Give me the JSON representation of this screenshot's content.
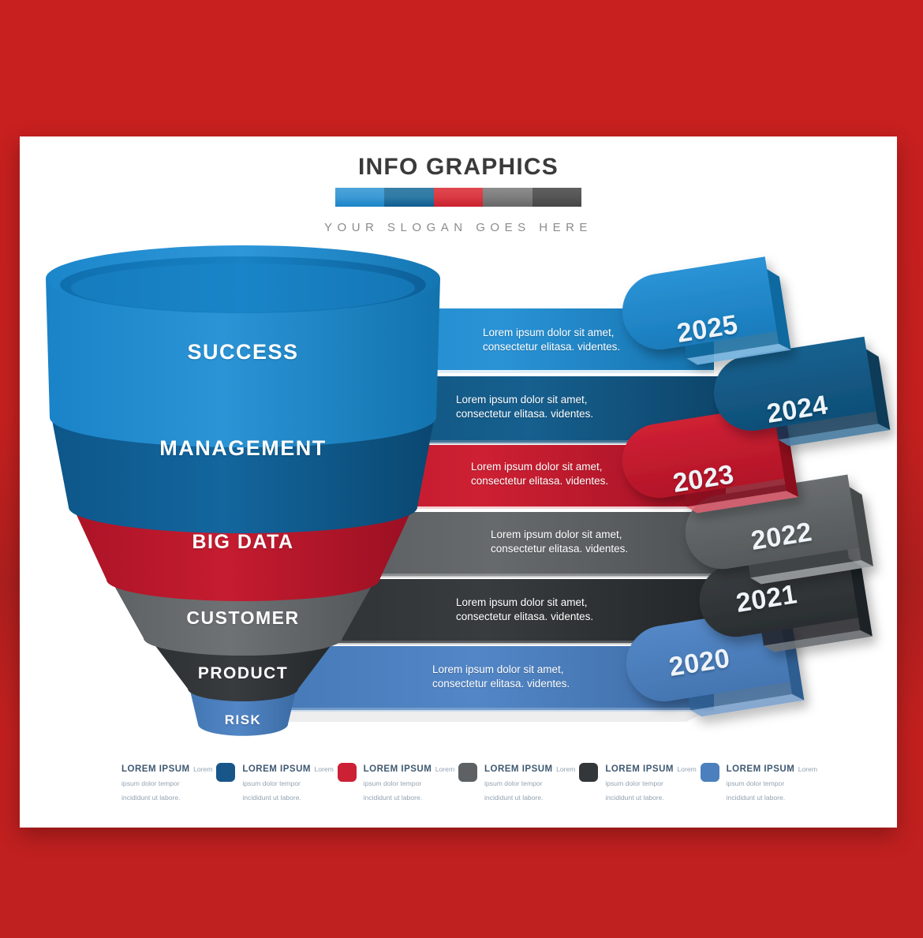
{
  "frame": {
    "background_color": "#c2201f",
    "card_color": "#ffffff"
  },
  "header": {
    "title": "INFO GRAPHICS",
    "slogan": "YOUR SLOGAN GOES HERE",
    "colorbar": [
      "#3d9ad4",
      "#2e7ba6",
      "#da3b43",
      "#7e7e7e",
      "#565656"
    ]
  },
  "funnel": {
    "tiers": [
      {
        "label": "SUCCESS",
        "color": "#1b87ca",
        "font_size": 27
      },
      {
        "label": "MANAGEMENT",
        "color": "#0f5f92",
        "font_size": 27
      },
      {
        "label": "BIG DATA",
        "color": "#c01728",
        "font_size": 25
      },
      {
        "label": "CUSTOMER",
        "color": "#6b6e70",
        "font_size": 23
      },
      {
        "label": "PRODUCT",
        "color": "#33373a",
        "font_size": 21
      },
      {
        "label": "RISK",
        "color": "#4b7fbd",
        "font_size": 17
      }
    ]
  },
  "bands": [
    {
      "year": "2025",
      "color": "#1b87ca",
      "text": "Lorem ipsum dolor sit amet,\nconsectetur  elitasa. videntes."
    },
    {
      "year": "2024",
      "color": "#12557f",
      "text": "Lorem ipsum dolor sit amet,\nconsectetur  elitasa. videntes."
    },
    {
      "year": "2023",
      "color": "#c01728",
      "text": "Lorem ipsum dolor sit amet,\nconsectetur  elitasa. videntes."
    },
    {
      "year": "2022",
      "color": "#5b5f61",
      "text": "Lorem ipsum dolor sit amet,\nconsectetur  elitasa. videntes."
    },
    {
      "year": "2021",
      "color": "#2f3336",
      "text": "Lorem ipsum dolor sit amet,\nconsectetur  elitasa. videntes."
    },
    {
      "year": "2020",
      "color": "#4b7fbd",
      "text": "Lorem ipsum dolor sit amet,\nconsectetur  elitasa. videntes."
    }
  ],
  "legend": {
    "items": [
      {
        "title": "LOREM IPSUM",
        "desc": "Lorem ipsum dolor  tempor\nincididunt ut labore.",
        "color": "#ffffff"
      },
      {
        "title": "LOREM IPSUM",
        "desc": "Lorem ipsum dolor  tempor\nincididunt ut labore.",
        "color": "#18568a"
      },
      {
        "title": "LOREM IPSUM",
        "desc": "Lorem ipsum dolor  tempor\nincididunt ut labore.",
        "color": "#cc2035"
      },
      {
        "title": "LOREM IPSUM",
        "desc": "Lorem ipsum dolor  tempor\nincididunt ut labore.",
        "color": "#5d6163"
      },
      {
        "title": "LOREM IPSUM",
        "desc": "Lorem ipsum dolor  tempor\nincididunt ut labore.",
        "color": "#33373a"
      },
      {
        "title": "LOREM IPSUM",
        "desc": "Lorem ipsum dolor  tempor\nincididunt ut labore.",
        "color": "#4b7fbd"
      }
    ]
  }
}
